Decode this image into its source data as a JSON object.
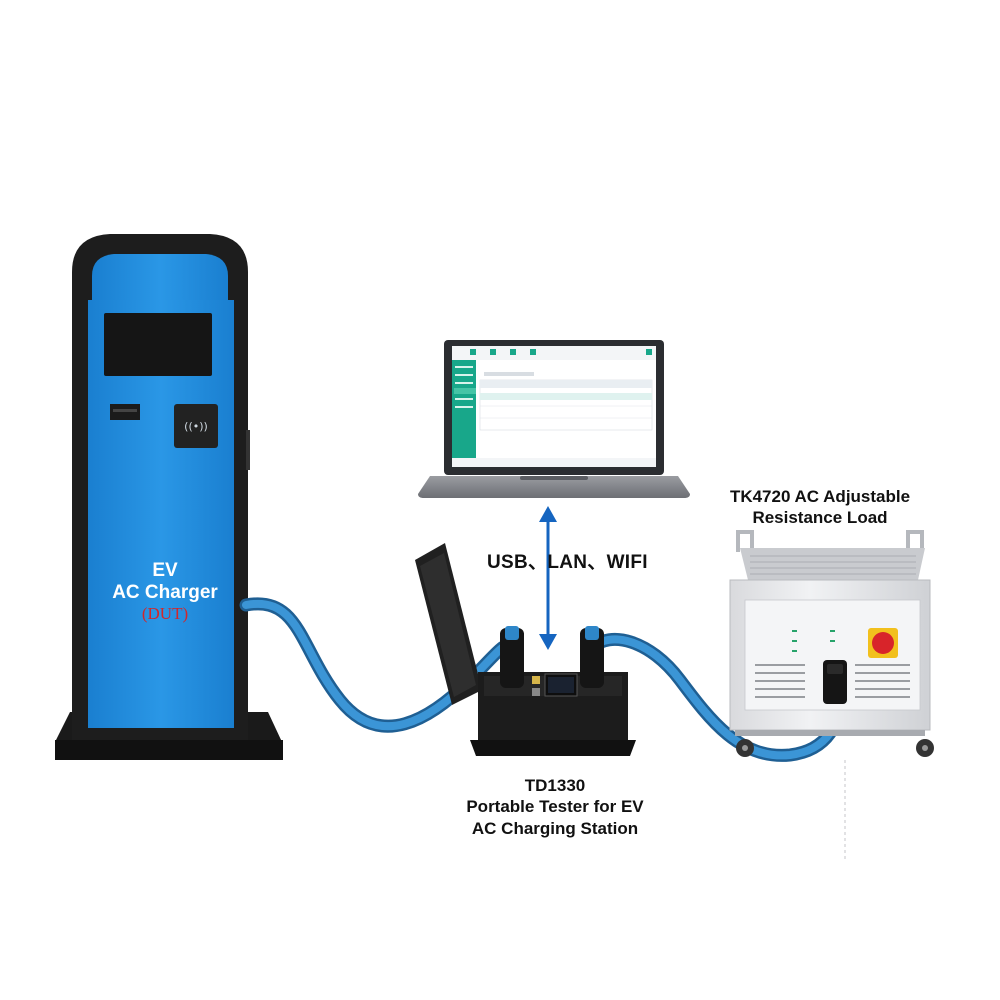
{
  "labels": {
    "ev_charger": {
      "line1": "EV",
      "line2": "AC Charger",
      "line3": "(DUT)"
    },
    "connection": "USB、LAN、WIFI",
    "tester": {
      "line1": "TD1330",
      "line2": "Portable Tester for EV",
      "line3": "AC Charging Station"
    },
    "load": {
      "line1": "TK4720 AC Adjustable",
      "line2": "Resistance Load"
    }
  },
  "colors": {
    "charger_blue": "#1e8fe0",
    "charger_frame": "#1c1c1c",
    "cable_blue": "#2e86c8",
    "arrow_blue": "#1565c0",
    "dut_red": "#d3262a",
    "app_green": "#18a78a",
    "load_body": "#e8e9ec",
    "estop_red": "#d8242a",
    "estop_yellow": "#f2c01d"
  },
  "icons": {
    "nfc_reader": "contactless-icon",
    "arrow": "double-arrow-icon"
  }
}
